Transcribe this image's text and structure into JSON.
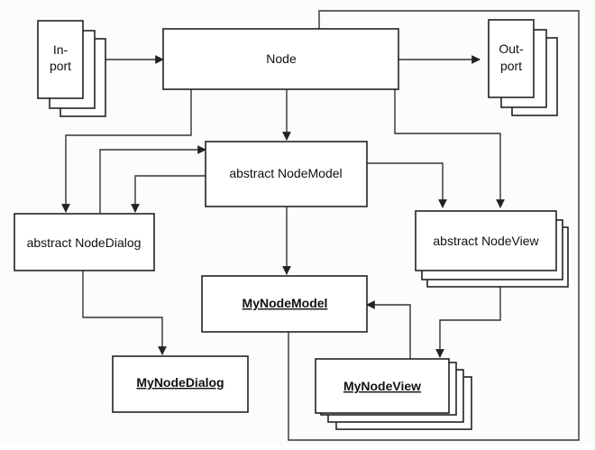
{
  "diagram": {
    "inport": {
      "line1": "In-",
      "line2": "port"
    },
    "outport": {
      "line1": "Out-",
      "line2": "port"
    },
    "node": {
      "label": "Node"
    },
    "node_model": {
      "label": "abstract NodeModel"
    },
    "node_dialog": {
      "label": "abstract NodeDialog"
    },
    "node_view": {
      "label": "abstract NodeView"
    },
    "my_node_model": {
      "label": "MyNodeModel"
    },
    "my_node_dialog": {
      "label": "MyNodeDialog"
    },
    "my_node_view": {
      "label": "MyNodeView"
    }
  }
}
